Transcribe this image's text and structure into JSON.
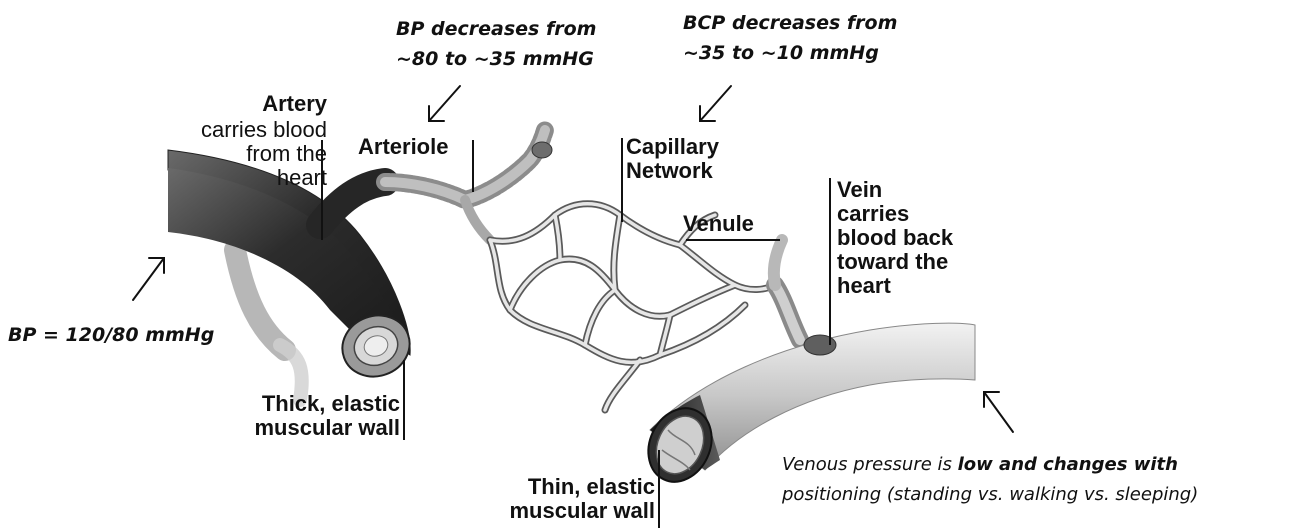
{
  "labels": {
    "artery": {
      "title": "Artery",
      "lines": [
        "carries blood",
        "from the",
        "heart"
      ]
    },
    "arteriole": "Arteriole",
    "capillary": [
      "Capillary",
      "Network"
    ],
    "venule": "Venule",
    "vein": [
      "Vein",
      "carries",
      "blood back",
      "toward the",
      "heart"
    ],
    "thick_wall": [
      "Thick, elastic",
      "muscular wall"
    ],
    "thin_wall": [
      "Thin, elastic",
      "muscular wall"
    ]
  },
  "annotations": {
    "bp_arteriole": [
      "BP decreases from",
      "~80 to ~35 mmHG"
    ],
    "bcp_capillary": [
      "BCP decreases from",
      "~35 to ~10 mmHg"
    ],
    "bp_artery": "BP = 120/80 mmHg",
    "venous": {
      "line1_plain": "Venous pressure is ",
      "line1_bold": "low and changes with",
      "line2": "positioning (standing vs. walking vs. sleeping)"
    }
  },
  "colors": {
    "artery": "#2f2f2f",
    "vein": "#bdbdbd",
    "capillary": "#d9d9d9",
    "outline": "#3a3a3a",
    "text": "#111111"
  }
}
